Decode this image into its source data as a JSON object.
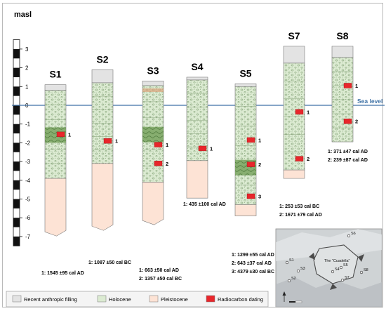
{
  "axis": {
    "unit_label": "masl",
    "ticks": [
      {
        "label": "3",
        "v": 3
      },
      {
        "label": "2",
        "v": 2
      },
      {
        "label": "1",
        "v": 1
      },
      {
        "label": "0",
        "v": 0
      },
      {
        "label": "-1",
        "v": -1
      },
      {
        "label": "-2",
        "v": -2
      },
      {
        "label": "-3",
        "v": -3
      },
      {
        "label": "-4",
        "v": -4
      },
      {
        "label": "-5",
        "v": -5
      },
      {
        "label": "-6",
        "v": -6
      },
      {
        "label": "-7",
        "v": -7
      }
    ]
  },
  "sea_level": {
    "label": "Sea level",
    "elevation": 0
  },
  "colors": {
    "recent": "#e3e3e3",
    "holocene": "#dcebd2",
    "pleistocene": "#fde3d5",
    "radiocarbon": "#e8262b",
    "sea_level": "#3f72a6",
    "holocene_dark": "#5f8c4a",
    "brown_layer": "#d9a27a"
  },
  "cores": [
    {
      "label": "S1",
      "top_m": 1.1,
      "recent_bottom_m": 0.8,
      "holocene_bottom_m": -3.9,
      "bottom_m": -6.9,
      "samples": [
        {
          "marker": "1",
          "depth_m": -1.55
        }
      ],
      "dates": [
        {
          "text": "1: 1545 ±95 cal AD"
        }
      ]
    },
    {
      "label": "S2",
      "top_m": 1.9,
      "recent_bottom_m": 1.2,
      "holocene_bottom_m": -3.1,
      "bottom_m": -6.6,
      "samples": [
        {
          "marker": "1",
          "depth_m": -1.9
        }
      ],
      "dates": [
        {
          "text": "1: 1087 ±50 cal BC"
        }
      ]
    },
    {
      "label": "S3",
      "top_m": 1.3,
      "recent_bottom_m": 1.05,
      "holocene_bottom_m": -4.1,
      "bottom_m": -6.3,
      "samples": [
        {
          "marker": "1",
          "depth_m": -2.1
        },
        {
          "marker": "2",
          "depth_m": -3.1
        }
      ],
      "dates": [
        {
          "text": "1: 663 ±50 cal AD"
        },
        {
          "text": "2: 1357 ±50 cal BC"
        }
      ]
    },
    {
      "label": "S4",
      "top_m": 1.5,
      "recent_bottom_m": 1.35,
      "holocene_bottom_m": -2.95,
      "bottom_m": -4.95,
      "samples": [
        {
          "marker": "1",
          "depth_m": -2.3
        }
      ],
      "dates": [
        {
          "text": "1: 435 ±100 cal AD"
        }
      ]
    },
    {
      "label": "S5",
      "top_m": 1.15,
      "recent_bottom_m": 1.0,
      "holocene_bottom_m": -5.3,
      "bottom_m": -5.9,
      "samples": [
        {
          "marker": "1",
          "depth_m": -1.85
        },
        {
          "marker": "2",
          "depth_m": -3.15
        },
        {
          "marker": "3",
          "depth_m": -4.85
        }
      ],
      "dates": [
        {
          "text": "1: 1299 ±55 cal AD"
        },
        {
          "text": "2: 643 ±37 cal AD"
        },
        {
          "text": "3: 4379 ±30 cal BC"
        }
      ]
    },
    {
      "label": "S7",
      "top_m": 3.15,
      "recent_bottom_m": 2.25,
      "holocene_bottom_m": -3.45,
      "bottom_m": -3.9,
      "samples": [
        {
          "marker": "1",
          "depth_m": -0.35
        },
        {
          "marker": "2",
          "depth_m": -2.85
        }
      ],
      "dates": [
        {
          "text": "1: 253 ±53 cal BC"
        },
        {
          "text": "2: 1671 ±79 cal AD"
        }
      ]
    },
    {
      "label": "S8",
      "top_m": 3.15,
      "recent_bottom_m": 2.55,
      "holocene_bottom_m": -1.95,
      "bottom_m": -1.95,
      "samples": [
        {
          "marker": "1",
          "depth_m": 1.05
        },
        {
          "marker": "2",
          "depth_m": -0.85
        }
      ],
      "dates": [
        {
          "text": "1: 371 ±47 cal AD"
        },
        {
          "text": "2: 239 ±87 cal AD"
        }
      ]
    }
  ],
  "legend": [
    {
      "key": "recent",
      "label": "Recent anthropic filling"
    },
    {
      "key": "holocene",
      "label": "Holocene"
    },
    {
      "key": "pleistocene",
      "label": "Pleistocene"
    },
    {
      "key": "radiocarbon",
      "label": "Radiocarbon dating"
    }
  ],
  "map": {
    "label": "The “Cuadella”",
    "sites": [
      "S1",
      "S2",
      "S3",
      "S4",
      "S5",
      "S6",
      "S7",
      "S8"
    ]
  }
}
